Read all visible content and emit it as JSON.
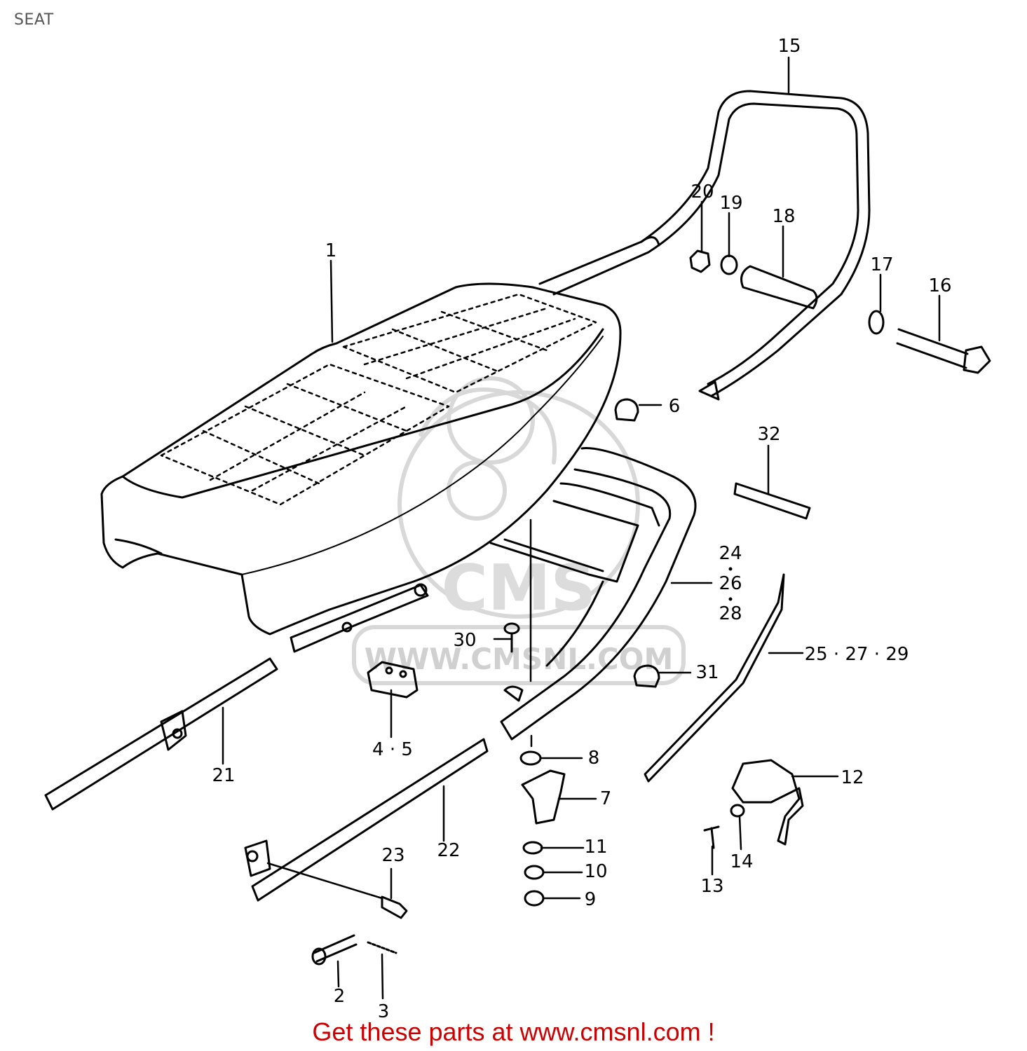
{
  "title": "SEAT",
  "watermark": {
    "logo": "CMS",
    "url": "WWW.CMSNL.COM"
  },
  "footer": "Get these parts at www.cmsnl.com !",
  "colors": {
    "footer": "#cc0000",
    "title": "#555555",
    "line": "#000000",
    "watermark": "#d8d8d8"
  },
  "callouts": [
    {
      "id": "1",
      "label": "1"
    },
    {
      "id": "2",
      "label": "2"
    },
    {
      "id": "3",
      "label": "3"
    },
    {
      "id": "4-5",
      "label": "4 · 5"
    },
    {
      "id": "6",
      "label": "6"
    },
    {
      "id": "7",
      "label": "7"
    },
    {
      "id": "8",
      "label": "8"
    },
    {
      "id": "9",
      "label": "9"
    },
    {
      "id": "10",
      "label": "10"
    },
    {
      "id": "11",
      "label": "11"
    },
    {
      "id": "12",
      "label": "12"
    },
    {
      "id": "13",
      "label": "13"
    },
    {
      "id": "14",
      "label": "14"
    },
    {
      "id": "15",
      "label": "15"
    },
    {
      "id": "16",
      "label": "16"
    },
    {
      "id": "17",
      "label": "17"
    },
    {
      "id": "18",
      "label": "18"
    },
    {
      "id": "19",
      "label": "19"
    },
    {
      "id": "20",
      "label": "20"
    },
    {
      "id": "21",
      "label": "21"
    },
    {
      "id": "22",
      "label": "22"
    },
    {
      "id": "23",
      "label": "23"
    },
    {
      "id": "24",
      "label": "24"
    },
    {
      "id": "26",
      "label": "26"
    },
    {
      "id": "28",
      "label": "28"
    },
    {
      "id": "25-27-29",
      "label": "25 · 27 · 29"
    },
    {
      "id": "30",
      "label": "30"
    },
    {
      "id": "31",
      "label": "31"
    },
    {
      "id": "32",
      "label": "32"
    }
  ]
}
